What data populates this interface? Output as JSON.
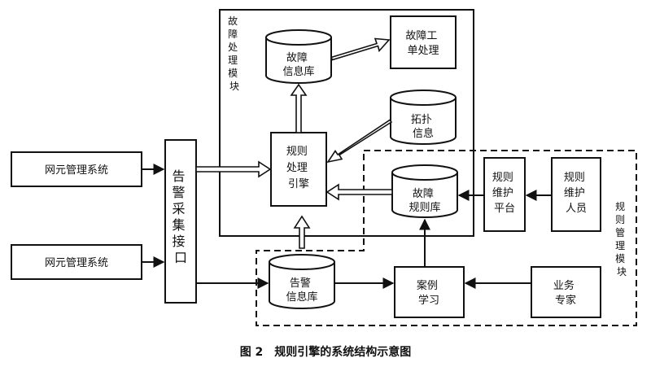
{
  "fault_module_label": [
    "故",
    "障",
    "处",
    "理",
    "模",
    "块"
  ],
  "rule_module_label": [
    "规",
    "则",
    "管",
    "理",
    "模",
    "块"
  ],
  "nodes": {
    "ne1": "网元管理系统",
    "ne2": "网元管理系统",
    "alarm_interface": [
      "告",
      "警",
      "采",
      "集",
      "接",
      "口"
    ],
    "rule_engine": [
      "规则",
      "处理",
      "引擎"
    ],
    "fault_db": [
      "故障",
      "信息库"
    ],
    "fault_ticket": [
      "故障工",
      "单处理"
    ],
    "topology": [
      "拓扑",
      "信息"
    ],
    "fault_rule_db": [
      "故障",
      "规则库"
    ],
    "rule_platform": [
      "规则",
      "维护",
      "平台"
    ],
    "rule_staff": [
      "规则",
      "维护",
      "人员"
    ],
    "alarm_db": [
      "告警",
      "信息库"
    ],
    "case_learning": [
      "案例",
      "学习"
    ],
    "expert": [
      "业务",
      "专家"
    ]
  },
  "caption": "图 2　规则引擎的系统结构示意图"
}
